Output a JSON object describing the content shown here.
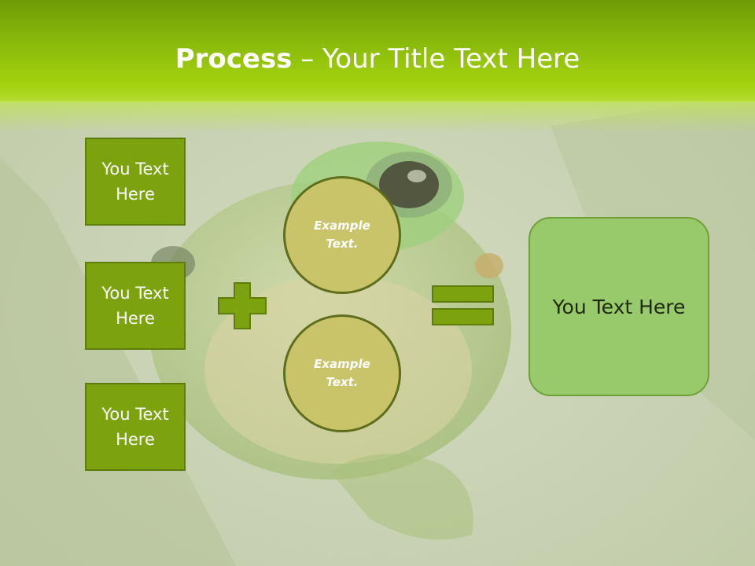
{
  "slide": {
    "title_bold": "Process",
    "title_rest": " – Your Title Text Here"
  },
  "inputs": [
    {
      "label": "You Text Here"
    },
    {
      "label": "You Text Here"
    },
    {
      "label": "You Text Here"
    }
  ],
  "circles": [
    {
      "label": "Example Text."
    },
    {
      "label": "Example Text."
    }
  ],
  "result": {
    "label": "You Text Here"
  },
  "operators": [
    "plus-icon",
    "equals-icon"
  ],
  "colors": {
    "header": "#8cbc0b",
    "box_fill": "#7ca30e",
    "circle_fill": "#c9c46a",
    "result_fill": "#98c96a"
  }
}
